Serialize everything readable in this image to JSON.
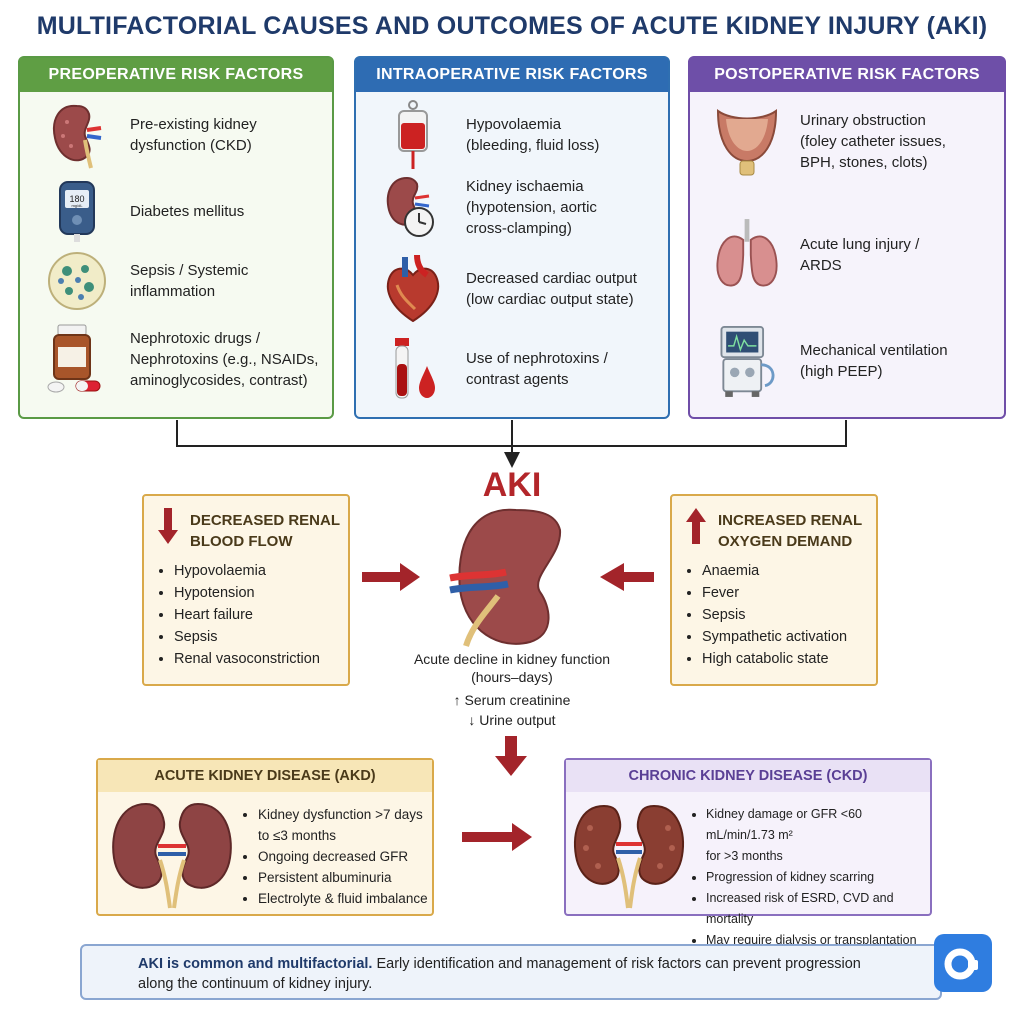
{
  "title": "MULTIFACTORIAL CAUSES AND OUTCOMES OF ACUTE KIDNEY INJURY (AKI)",
  "preoperative": {
    "heading": "PREOPERATIVE RISK FACTORS",
    "items": [
      {
        "label": "Pre-existing kidney\ndysfunction (CKD)",
        "icon": "kidney-icon"
      },
      {
        "label": "Diabetes mellitus",
        "icon": "glucometer-icon",
        "reading": "180",
        "unit": "mg/dL"
      },
      {
        "label": "Sepsis / Systemic\ninflammation",
        "icon": "bacteria-icon"
      },
      {
        "label": "Nephrotoxic drugs /\nNephrotoxins (e.g., NSAIDs,\naminoglycosides, contrast)",
        "icon": "pill-bottle-icon"
      }
    ]
  },
  "intraoperative": {
    "heading": "INTRAOPERATIVE RISK FACTORS",
    "items": [
      {
        "label": "Hypovolaemia\n(bleeding, fluid loss)",
        "icon": "blood-bag-icon"
      },
      {
        "label": "Kidney ischaemia\n(hypotension, aortic\ncross-clamping)",
        "icon": "kidney-clock-icon"
      },
      {
        "label": "Decreased cardiac output\n(low cardiac output state)",
        "icon": "heart-icon"
      },
      {
        "label": "Use of nephrotoxins /\ncontrast agents",
        "icon": "blood-tube-icon"
      }
    ]
  },
  "postoperative": {
    "heading": "POSTOPERATIVE RISK FACTORS",
    "items": [
      {
        "label": "Urinary obstruction\n(foley catheter issues,\nBPH, stones, clots)",
        "icon": "bladder-icon"
      },
      {
        "label": "Acute lung injury /\nARDS",
        "icon": "lungs-icon"
      },
      {
        "label": "Mechanical ventilation\n(high PEEP)",
        "icon": "ventilator-icon"
      }
    ]
  },
  "decreased_flow": {
    "heading": "DECREASED RENAL\nBLOOD FLOW",
    "items": [
      "Hypovolaemia",
      "Hypotension",
      "Heart failure",
      "Sepsis",
      "Renal vasoconstriction"
    ]
  },
  "increased_demand": {
    "heading": "INCREASED RENAL\nOXYGEN DEMAND",
    "items": [
      "Anaemia",
      "Fever",
      "Sepsis",
      "Sympathetic activation",
      "High catabolic state"
    ]
  },
  "aki": {
    "label": "AKI",
    "description": "Acute decline in kidney function (hours–days)",
    "creatinine": "↑ Serum creatinine",
    "urine": "↓ Urine output"
  },
  "akd": {
    "heading": "ACUTE KIDNEY DISEASE (AKD)",
    "items": [
      "Kidney dysfunction >7 days\nto ≤3 months",
      "Ongoing decreased GFR",
      "Persistent albuminuria",
      "Electrolyte & fluid imbalance"
    ]
  },
  "ckd": {
    "heading": "CHRONIC KIDNEY DISEASE (CKD)",
    "items": [
      "Kidney damage or GFR <60 mL/min/1.73 m²\nfor >3 months",
      "Progression of kidney scarring",
      "Increased risk of ESRD, CVD and mortality",
      "May require dialysis or transplantation"
    ]
  },
  "footer": {
    "bold": "AKI is common and multifactorial.",
    "text": " Early identification and management of risk factors can prevent progression along the continuum of kidney injury."
  },
  "colors": {
    "title": "#1f3a6a",
    "pre": "#5f9e44",
    "intra": "#2e6cb3",
    "post": "#6e4fa8",
    "arrow": "#a3242a",
    "kidney": "#9c4a4a"
  }
}
